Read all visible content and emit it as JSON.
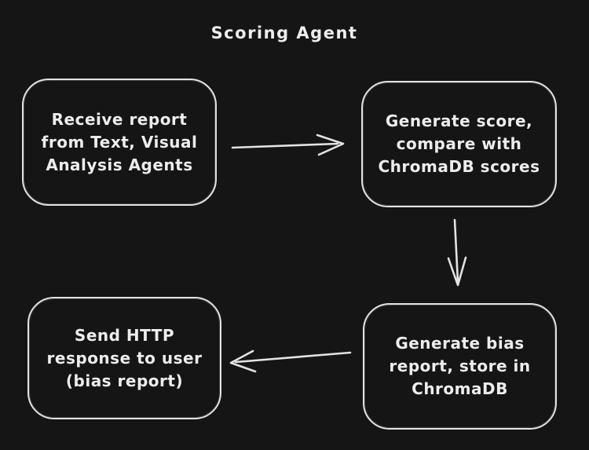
{
  "canvas": {
    "colors": {
      "background": "#151515",
      "stroke": "#e2e2e2",
      "text": "#ededed"
    }
  },
  "title": "Scoring Agent",
  "nodes": [
    {
      "id": "receive-report",
      "lines": [
        "Receive report",
        "from Text, Visual",
        "Analysis Agents"
      ]
    },
    {
      "id": "generate-score",
      "lines": [
        "Generate score,",
        "compare with",
        "ChromaDB scores"
      ]
    },
    {
      "id": "generate-bias-report",
      "lines": [
        "Generate bias",
        "report, store in",
        "ChromaDB"
      ]
    },
    {
      "id": "send-http-response",
      "lines": [
        "Send HTTP",
        "response to user",
        "(bias report)"
      ]
    }
  ],
  "arrows": [
    {
      "name": "receive-to-score",
      "direction": "right"
    },
    {
      "name": "score-to-bias-report",
      "direction": "down"
    },
    {
      "name": "bias-report-to-response",
      "direction": "left"
    }
  ]
}
